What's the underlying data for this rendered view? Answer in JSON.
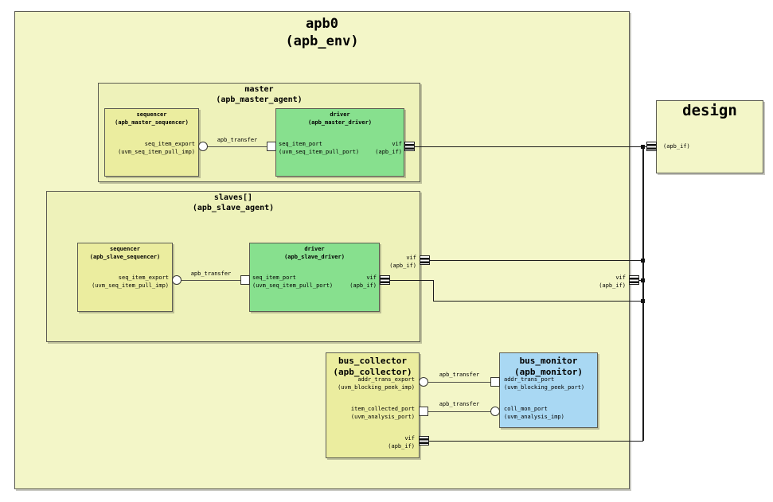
{
  "env": {
    "title": "apb0",
    "cls": "(apb_env)",
    "vif": "vif",
    "vif_type": "(apb_if)"
  },
  "design": {
    "title": "design",
    "port_type": "(apb_if)"
  },
  "master": {
    "title": "master",
    "cls": "(apb_master_agent)",
    "conn": "apb_transfer",
    "seq": {
      "title": "sequencer",
      "cls": "(apb_master_sequencer)",
      "port": "seq_item_export",
      "port_type": "(uvm_seq_item_pull_imp)"
    },
    "drv": {
      "title": "driver",
      "cls": "(apb_master_driver)",
      "port": "seq_item_port",
      "port_type": "(uvm_seq_item_pull_port)",
      "vif": "vif",
      "vif_type": "(apb_if)"
    }
  },
  "slaves": {
    "title": "slaves[]",
    "cls": "(apb_slave_agent)",
    "conn": "apb_transfer",
    "vif": "vif",
    "vif_type": "(apb_if)",
    "seq": {
      "title": "sequencer",
      "cls": "(apb_slave_sequencer)",
      "port": "seq_item_export",
      "port_type": "(uvm_seq_item_pull_imp)"
    },
    "drv": {
      "title": "driver",
      "cls": "(apb_slave_driver)",
      "port": "seq_item_port",
      "port_type": "(uvm_seq_item_pull_port)",
      "vif": "vif",
      "vif_type": "(apb_if)"
    }
  },
  "collector": {
    "title": "bus_collector",
    "cls": "(apb_collector)",
    "conn1": "apb_transfer",
    "conn2": "apb_transfer",
    "peek": {
      "port": "addr_trans_export",
      "port_type": "(uvm_blocking_peek_imp)"
    },
    "ap": {
      "port": "item_collected_port",
      "port_type": "(uvm_analysis_port)"
    },
    "vif": "vif",
    "vif_type": "(apb_if)"
  },
  "monitor": {
    "title": "bus_monitor",
    "cls": "(apb_monitor)",
    "peek": {
      "port": "addr_trans_port",
      "port_type": "(uvm_blocking_peek_port)"
    },
    "ap": {
      "port": "coll_mon_port",
      "port_type": "(uvm_analysis_imp)"
    }
  },
  "colors": {
    "env_fill": "#f3f6c8",
    "agent_fill": "#eef2ba",
    "sequencer_fill": "#ebed9f",
    "driver_fill": "#87e08e",
    "monitor_fill": "#a9d8f3",
    "border": "#5c5c52",
    "wire": "#52524a",
    "net": "#1c1c1c"
  }
}
